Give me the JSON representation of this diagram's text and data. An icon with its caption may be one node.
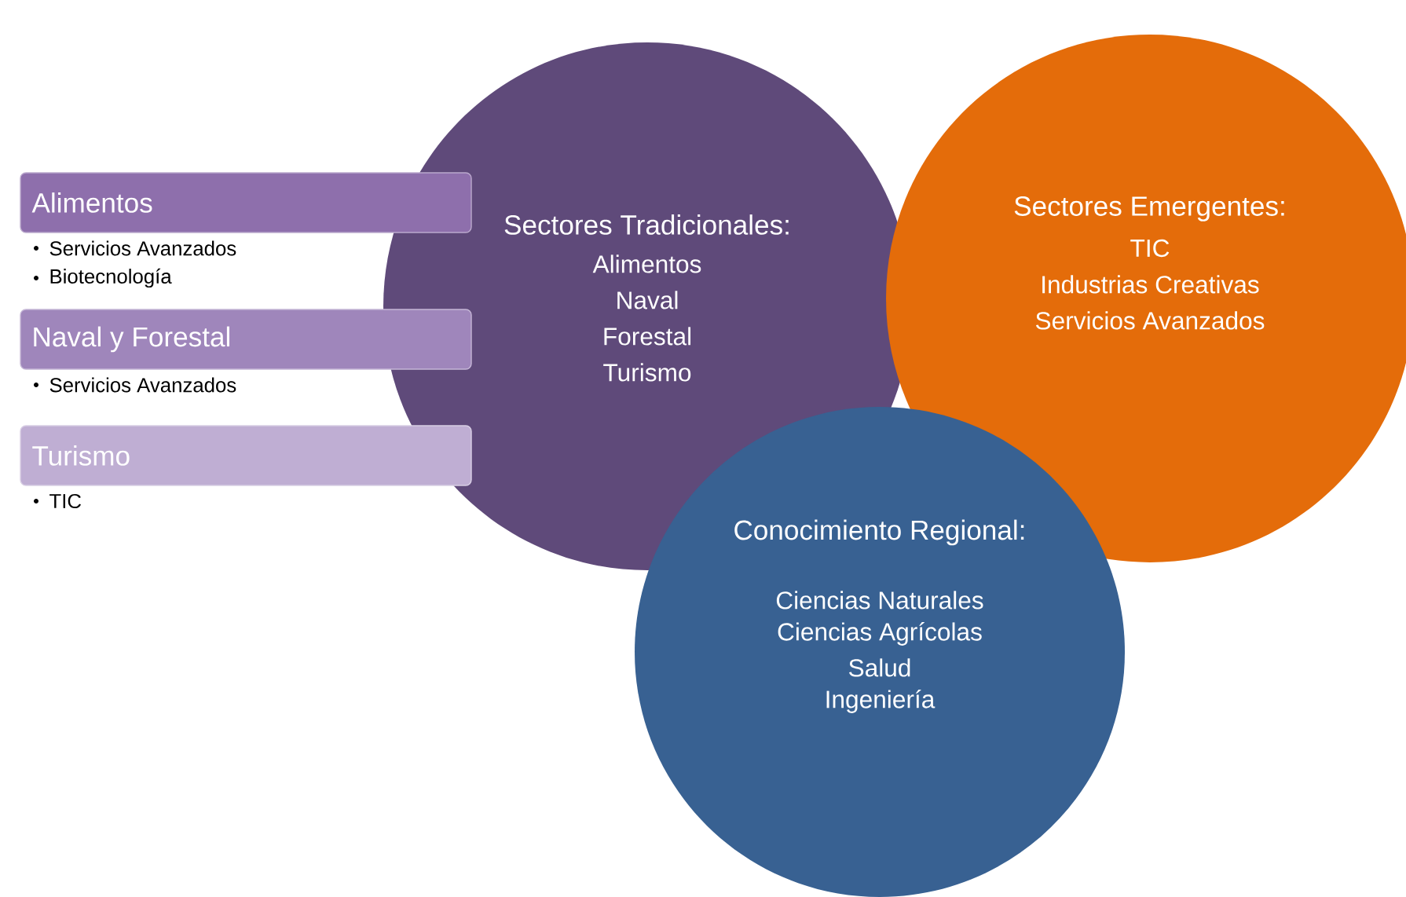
{
  "diagram": {
    "nodes": [
      {
        "text": [
          "Sectores Tradicionales:",
          "Alimentos",
          "Naval",
          "Forestal",
          "Turismo"
        ]
      },
      {
        "text": [
          "Sectores Emergentes:",
          "TIC",
          "Industrias Creativas",
          "Servicios Avanzados"
        ]
      },
      {
        "text": [
          "Conocimiento Regional:",
          "Ciencias Naturales",
          "Ciencias Agrícolas",
          "Salud",
          "Ingeniería"
        ]
      },
      {
        "text": [
          "Alimentos"
        ],
        "beside": [
          "Servicios Avanzados",
          "Biotecnología"
        ]
      },
      {
        "text": [
          "Naval y Forestal"
        ],
        "beside": [
          "Servicios Avanzados"
        ]
      },
      {
        "text": [
          "Turismo"
        ],
        "beside": [
          "TIC"
        ]
      }
    ]
  }
}
